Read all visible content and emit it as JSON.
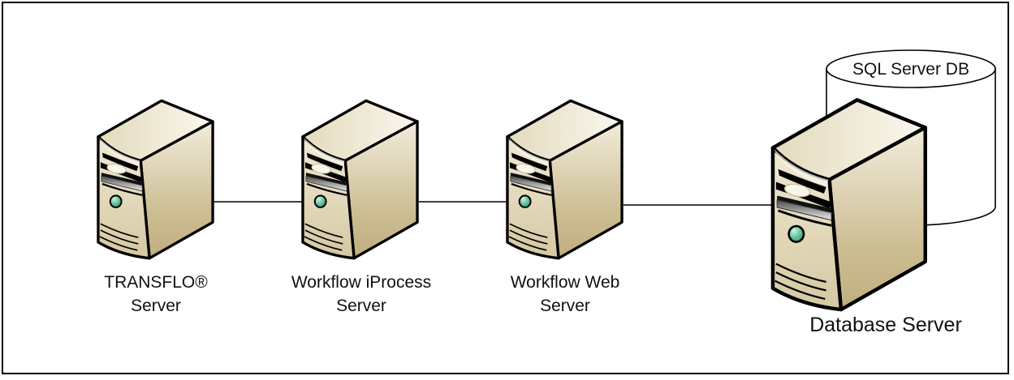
{
  "colors": {
    "background": "#ffffff",
    "canvas_border": "#000000",
    "label_text": "#111111",
    "connector_line": "#000000",
    "server_outline": "#000000",
    "server_body_light": "#f5f0e1",
    "server_body_dark": "#c2b184",
    "power_button": "#5bbd98",
    "cylinder_fill": "#ffffff"
  },
  "diagram": {
    "nodes": [
      {
        "id": "transflo-server",
        "icon": "server-tower-icon",
        "label_lines": [
          "TRANSFLO®",
          "Server"
        ]
      },
      {
        "id": "workflow-iprocess-server",
        "icon": "server-tower-icon",
        "label_lines": [
          "Workflow iProcess",
          "Server"
        ]
      },
      {
        "id": "workflow-web-server",
        "icon": "server-tower-icon",
        "label_lines": [
          "Workflow Web",
          "Server"
        ]
      },
      {
        "id": "database-server",
        "icon": "server-tower-icon",
        "label_lines": [
          "Database Server"
        ]
      }
    ],
    "database_cylinder": {
      "icon": "database-cylinder-icon",
      "label": "SQL Server DB"
    },
    "connections": [
      {
        "from": "transflo-server",
        "to": "workflow-iprocess-server"
      },
      {
        "from": "workflow-iprocess-server",
        "to": "workflow-web-server"
      },
      {
        "from": "workflow-web-server",
        "to": "database-server"
      }
    ]
  }
}
